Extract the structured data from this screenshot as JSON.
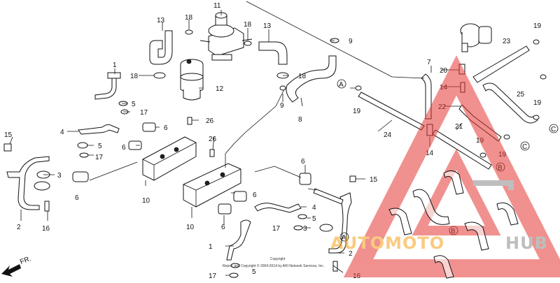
{
  "callouts": [
    "11",
    "18",
    "13",
    "18",
    "13",
    "9",
    "19",
    "23",
    "1",
    "18",
    "12",
    "18",
    "20",
    "7",
    "5",
    "17",
    "A",
    "14",
    "25",
    "9",
    "19",
    "8",
    "15",
    "26",
    "4",
    "6",
    "22",
    "19",
    "C",
    "5",
    "17",
    "6",
    "26",
    "24",
    "21",
    "19",
    "C",
    "6",
    "3",
    "19",
    "14",
    "B",
    "6",
    "15",
    "10",
    "6",
    "2",
    "4",
    "5",
    "17",
    "3",
    "16",
    "10",
    "6",
    "B",
    "1",
    "2",
    "5",
    "17",
    "16",
    "A"
  ],
  "copyright": {
    "line1": "Copyright",
    "line2": "Repro. and Copyright © 2004-2014 by ARI Network Services, Inc."
  },
  "front_arrow": {
    "label": "FR.",
    "icon": "front-arrow-icon"
  },
  "watermark": {
    "brand_part1": "AUTOMOTO",
    "brand_part2": "HUB",
    "icon": "warning-triangle-logo",
    "color_orange": "#f5a21a",
    "color_gray": "#8a8a8a",
    "color_red": "#e53935"
  }
}
